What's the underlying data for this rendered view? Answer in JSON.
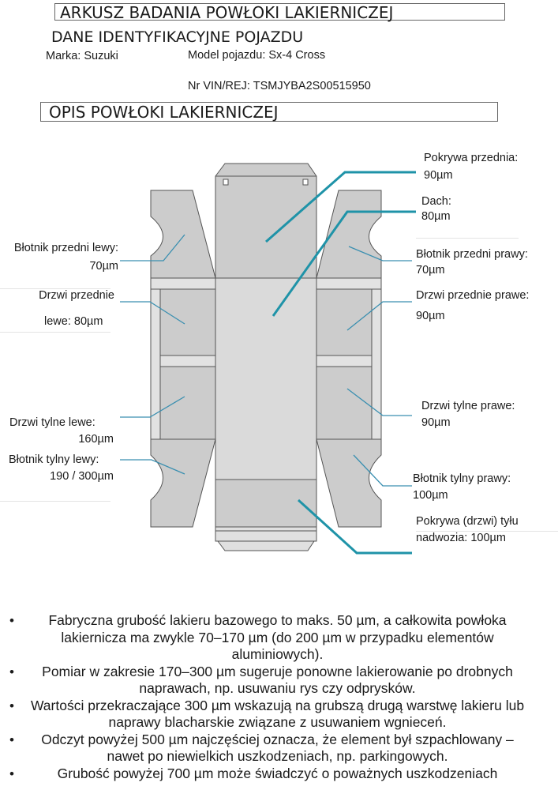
{
  "header": {
    "title": "ARKUSZ BADANIA POWŁOKI LAKIERNICZEJ",
    "subtitle": "DANE IDENTYFIKACYJNE POJAZDU",
    "make": "Marka: Suzuki",
    "model": "Model pojazdu: Sx-4 Cross",
    "vin": "Nr VIN/REJ: TSMJYBA2S00515950",
    "section_title": "OPIS POWŁOKI LAKIERNICZEJ"
  },
  "colors": {
    "panel_fill": "#cccccc",
    "panel_stroke": "#555555",
    "leader_thin": "#3a8fb0",
    "leader_thick": "#1f93a8"
  },
  "labels": {
    "front_hood": [
      "Pokrywa przednia:",
      "90µm"
    ],
    "roof": [
      "Dach:",
      "80µm"
    ],
    "front_left_fender": [
      "Błotnik przedni lewy:",
      "70µm"
    ],
    "front_right_fender": [
      "Błotnik przedni prawy:",
      "70µm"
    ],
    "front_left_door": [
      "Drzwi przednie",
      "lewe: 80µm"
    ],
    "front_right_door": [
      "Drzwi przednie prawe:",
      "90µm"
    ],
    "rear_left_door": [
      "Drzwi tylne lewe:",
      "160µm"
    ],
    "rear_right_door": [
      "Drzwi tylne prawe:",
      "90µm"
    ],
    "rear_left_fender": [
      "Błotnik tylny lewy:",
      "190 / 300µm"
    ],
    "rear_right_fender": [
      "Błotnik tylny prawy:",
      "100µm"
    ],
    "tailgate": [
      "Pokrywa (drzwi) tyłu",
      "nadwozia: 100µm"
    ]
  },
  "notes": [
    "Fabryczna grubość lakieru bazowego to maks. 50 µm, a całkowita powłoka lakiernicza ma zwykle 70–170 µm (do 200 µm w przypadku elementów aluminiowych).",
    "Pomiar w zakresie 170–300 µm sugeruje ponowne lakierowanie po drobnych naprawach, np. usuwaniu rys czy odprysków.",
    "Wartości przekraczające 300 µm wskazują na grubszą drugą warstwę lakieru lub naprawy blacharskie związane z usuwaniem wgnieceń.",
    "Odczyt powyżej 500 µm najczęściej oznacza, że element był szpachlowany – nawet po niewielkich uszkodzeniach, np. parkingowych.",
    "Grubość powyżej 700 µm może świadczyć o poważnych uszkodzeniach"
  ],
  "bullet_glyph": "•"
}
